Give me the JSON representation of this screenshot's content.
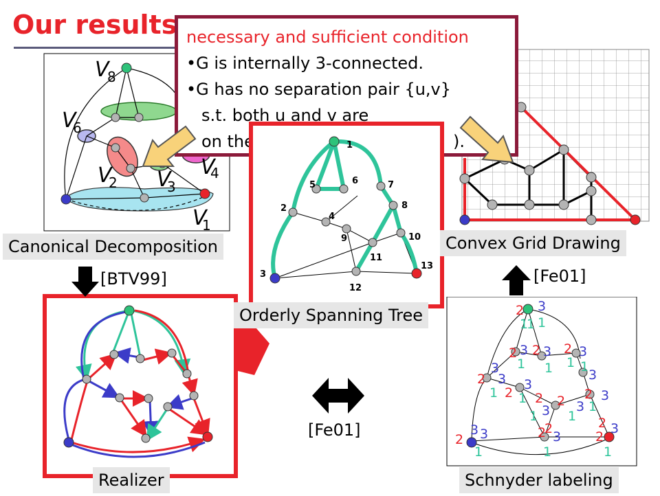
{
  "title": "Our results",
  "condition": {
    "header": "necessary and sufficient condition",
    "line1": "•G is internally 3-connected.",
    "line2": "•G has no separation pair {u,v}",
    "line3": "s.t. both u and v are",
    "line4": "on the same path P",
    "line4_tail": ")."
  },
  "panels": {
    "canonical": "Canonical Decomposition",
    "convex": "Convex Grid Drawing",
    "orderly": "Orderly Spanning Tree",
    "realizer": "Realizer",
    "schnyder": "Schnyder labeling"
  },
  "citations": {
    "btv": "[BTV99]",
    "fe_top": "[Fe01]",
    "fe_mid": "[Fe01]"
  },
  "canonical_labels": [
    "V",
    "8",
    "V",
    "6",
    "V",
    "2",
    "V",
    "3",
    "V",
    "4",
    "V",
    "1"
  ],
  "orderly_numbers": [
    "1",
    "2",
    "3",
    "4",
    "5",
    "6",
    "7",
    "8",
    "9",
    "10",
    "11",
    "12",
    "13"
  ],
  "colors": {
    "red": "#e8232a",
    "green": "#2ab08a",
    "blue": "#3b3bc8",
    "condition_border": "#8b1a3a",
    "arrow_fill": "#f8d27a",
    "label_bg": "#e6e6e6"
  }
}
